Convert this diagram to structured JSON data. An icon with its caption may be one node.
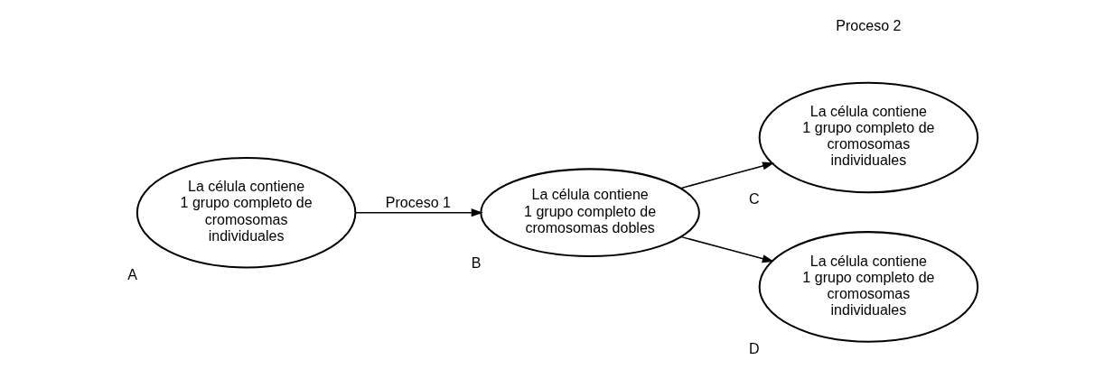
{
  "diagram": {
    "nodes": [
      {
        "text": [
          "La célula contiene 1 grupo completo de cromosomas individuales"
        ],
        "beside": [
          "A"
        ]
      },
      {
        "text": [
          "La célula contiene 1 grupo completo de cromosomas dobles"
        ],
        "beside": [
          "B"
        ]
      },
      {
        "text": [
          "La célula contiene 1 grupo completo de cromosomas individuales"
        ],
        "beside": [
          "C"
        ]
      },
      {
        "text": [
          "La célula contiene 1 grupo completo de cromosomas individuales"
        ],
        "beside": [
          "D"
        ]
      }
    ],
    "edges": [
      {
        "from": 0,
        "to": 1,
        "arrow": "to",
        "label": "Proceso 1"
      },
      {
        "from": 1,
        "to": 2,
        "arrow": "to"
      },
      {
        "from": 1,
        "to": 3,
        "arrow": "to"
      }
    ],
    "labels": [
      "Proceso 2"
    ]
  }
}
